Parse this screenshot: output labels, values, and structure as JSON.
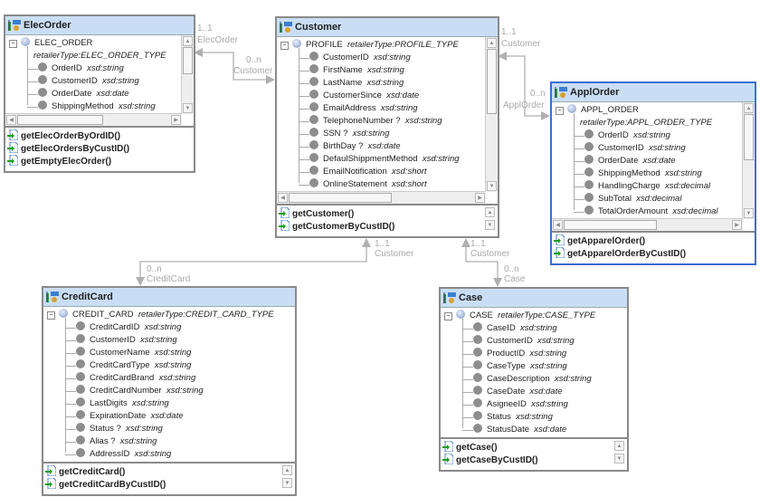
{
  "entities": [
    {
      "id": "elecorder",
      "title": "ElecOrder",
      "root": "ELEC_ORDER",
      "root_type": "retailerType:ELEC_ORDER_TYPE",
      "fields": [
        [
          "OrderID",
          "xsd:string"
        ],
        [
          "CustomerID",
          "xsd:string"
        ],
        [
          "OrderDate",
          "xsd:date"
        ],
        [
          "ShippingMethod",
          "xsd:string"
        ]
      ],
      "methods": [
        "getElecOrderByOrdID()",
        "getElecOrdersByCustID()",
        "getEmptyElecOrder()"
      ]
    },
    {
      "id": "customer",
      "title": "Customer",
      "root": "PROFILE",
      "root_type": "retailerType:PROFILE_TYPE",
      "fields": [
        [
          "CustomerID",
          "xsd:string"
        ],
        [
          "FirstName",
          "xsd:string"
        ],
        [
          "LastName",
          "xsd:string"
        ],
        [
          "CustomerSince",
          "xsd:date"
        ],
        [
          "EmailAddress",
          "xsd:string"
        ],
        [
          "TelephoneNumber ?",
          "xsd:string"
        ],
        [
          "SSN ?",
          "xsd:string"
        ],
        [
          "BirthDay ?",
          "xsd:date"
        ],
        [
          "DefaulShippmentMethod",
          "xsd:string"
        ],
        [
          "EmailNotification",
          "xsd:short"
        ],
        [
          "OnlineStatement",
          "xsd:short"
        ]
      ],
      "methods": [
        "getCustomer()",
        "getCustomerByCustID()"
      ]
    },
    {
      "id": "applorder",
      "title": "ApplOrder",
      "selected": true,
      "root": "APPL_ORDER",
      "root_type": "retailerType:APPL_ORDER_TYPE",
      "fields": [
        [
          "OrderID",
          "xsd:string"
        ],
        [
          "CustomerID",
          "xsd:string"
        ],
        [
          "OrderDate",
          "xsd:date"
        ],
        [
          "ShippingMethod",
          "xsd:string"
        ],
        [
          "HandlingCharge",
          "xsd:decimal"
        ],
        [
          "SubTotal",
          "xsd:decimal"
        ],
        [
          "TotalOrderAmount",
          "xsd:decimal"
        ]
      ],
      "methods": [
        "getApparelOrder()",
        "getApparelOrderByCustID()"
      ]
    },
    {
      "id": "creditcard",
      "title": "CreditCard",
      "root": "CREDIT_CARD",
      "root_type": "retailerType:CREDIT_CARD_TYPE",
      "fields": [
        [
          "CreditCardID",
          "xsd:string"
        ],
        [
          "CustomerID",
          "xsd:string"
        ],
        [
          "CustomerName",
          "xsd:string"
        ],
        [
          "CreditCardType",
          "xsd:string"
        ],
        [
          "CreditCardBrand",
          "xsd:string"
        ],
        [
          "CreditCardNumber",
          "xsd:string"
        ],
        [
          "LastDigits",
          "xsd:string"
        ],
        [
          "ExpirationDate",
          "xsd:date"
        ],
        [
          "Status ?",
          "xsd:string"
        ],
        [
          "Alias ?",
          "xsd:string"
        ],
        [
          "AddressID",
          "xsd:string"
        ]
      ],
      "methods": [
        "getCreditCard()",
        "getCreditCardByCustID()"
      ]
    },
    {
      "id": "case",
      "title": "Case",
      "root": "CASE",
      "root_type": "retailerType:CASE_TYPE",
      "fields": [
        [
          "CaseID",
          "xsd:string"
        ],
        [
          "CustomerID",
          "xsd:string"
        ],
        [
          "ProductID",
          "xsd:string"
        ],
        [
          "CaseType",
          "xsd:string"
        ],
        [
          "CaseDescription",
          "xsd:string"
        ],
        [
          "CaseDate",
          "xsd:date"
        ],
        [
          "AsigneeID",
          "xsd:string"
        ],
        [
          "Status",
          "xsd:string"
        ],
        [
          "StatusDate",
          "xsd:date"
        ]
      ],
      "methods": [
        "getCase()",
        "getCaseByCustID()"
      ]
    }
  ],
  "relations": [
    {
      "from": "ElecOrder",
      "from_mult": "1..1",
      "from_role": "ElecOrder",
      "to_mult": "0..n",
      "to_role": "Customer"
    },
    {
      "from": "Customer",
      "from_mult": "1..1",
      "from_role": "Customer",
      "to_mult": "0..n",
      "to_role": "ApplOrder"
    },
    {
      "from": "Customer",
      "from_mult": "1..1",
      "from_role": "Customer",
      "to_mult": "0..n",
      "to_role": "CreditCard"
    },
    {
      "from": "Customer",
      "from_mult": "1..1",
      "from_role": "Customer",
      "to_mult": "0..n",
      "to_role": "Case"
    }
  ],
  "colors": {
    "header": "#c9def4",
    "selected_border": "#3a6fd0",
    "connector": "#b0b0b0"
  }
}
